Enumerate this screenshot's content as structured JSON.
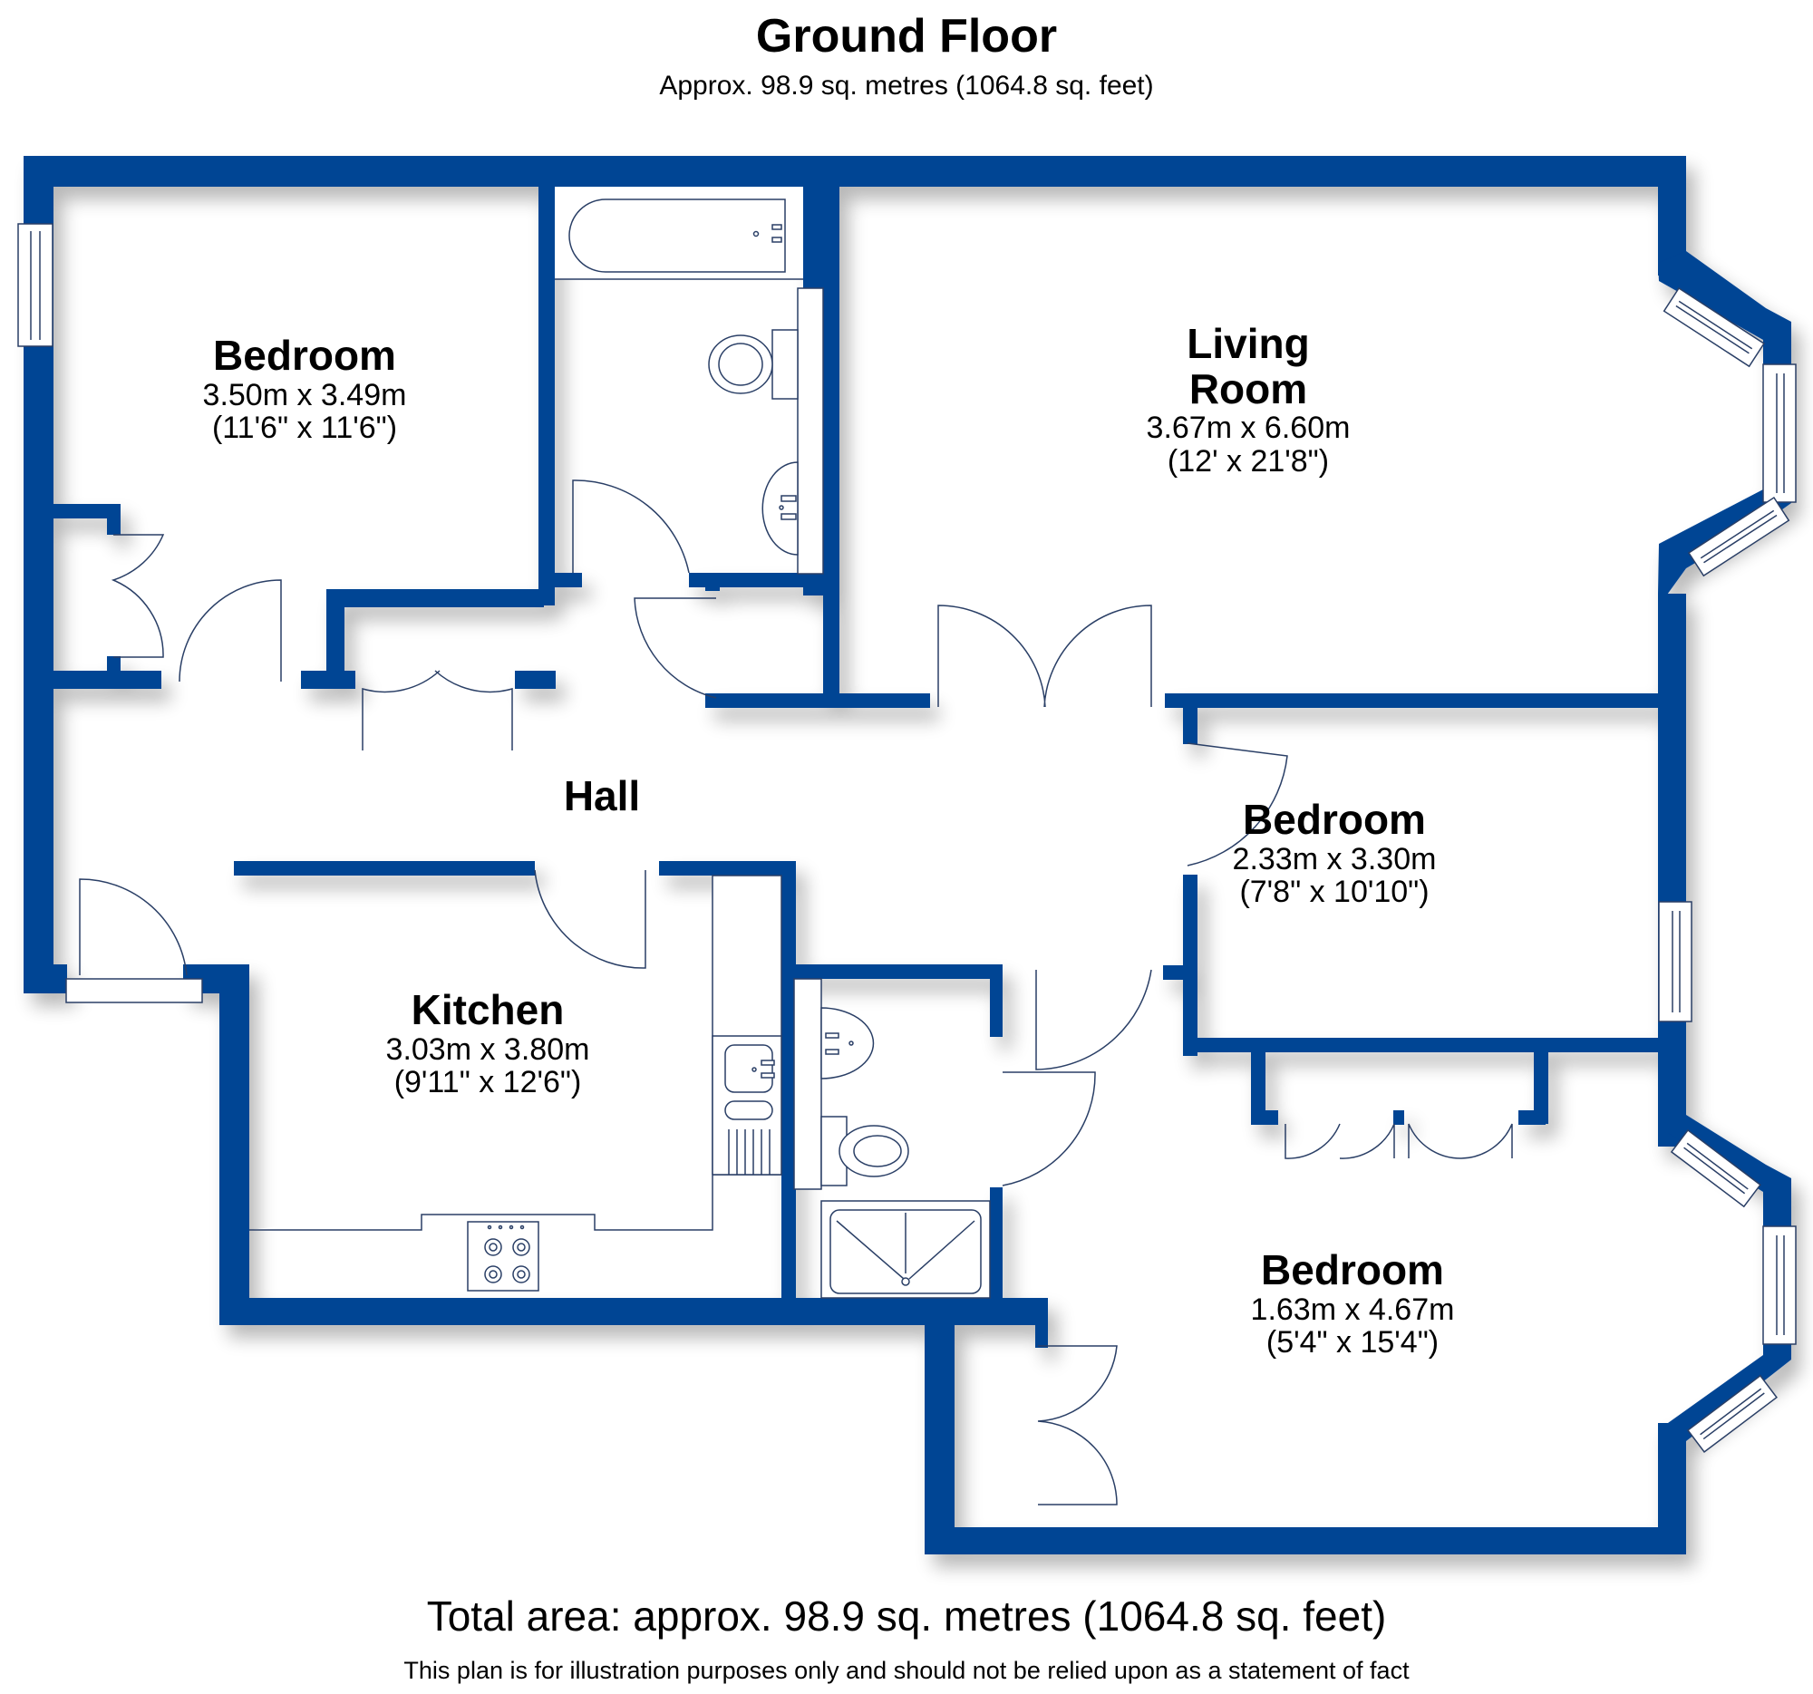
{
  "header": {
    "title": "Ground Floor",
    "subtitle": "Approx. 98.9 sq. metres (1064.8 sq. feet)"
  },
  "rooms": {
    "bedroom_1": {
      "name": "Bedroom",
      "metric": "3.50m x 3.49m",
      "imperial": "(11'6\" x 11'6\")"
    },
    "living_room": {
      "name_line1": "Living",
      "name_line2": "Room",
      "metric": "3.67m x 6.60m",
      "imperial": "(12' x 21'8\")"
    },
    "bedroom_2": {
      "name": "Bedroom",
      "metric": "2.33m x 3.30m",
      "imperial": "(7'8\" x 10'10\")"
    },
    "hall": {
      "name": "Hall"
    },
    "kitchen": {
      "name": "Kitchen",
      "metric": "3.03m x 3.80m",
      "imperial": "(9'11\" x 12'6\")"
    },
    "bedroom_3": {
      "name": "Bedroom",
      "metric": "1.63m x 4.67m",
      "imperial": "(5'4\" x 15'4\")"
    }
  },
  "footer": {
    "total_area": "Total area: approx. 98.9 sq. metres (1064.8 sq. feet)",
    "disclaimer": "This plan is for illustration purposes only and should not be relied upon as a statement of fact"
  },
  "colors": {
    "wall": "#004494",
    "fixture_line": "#2a3f66",
    "background": "#ffffff"
  }
}
